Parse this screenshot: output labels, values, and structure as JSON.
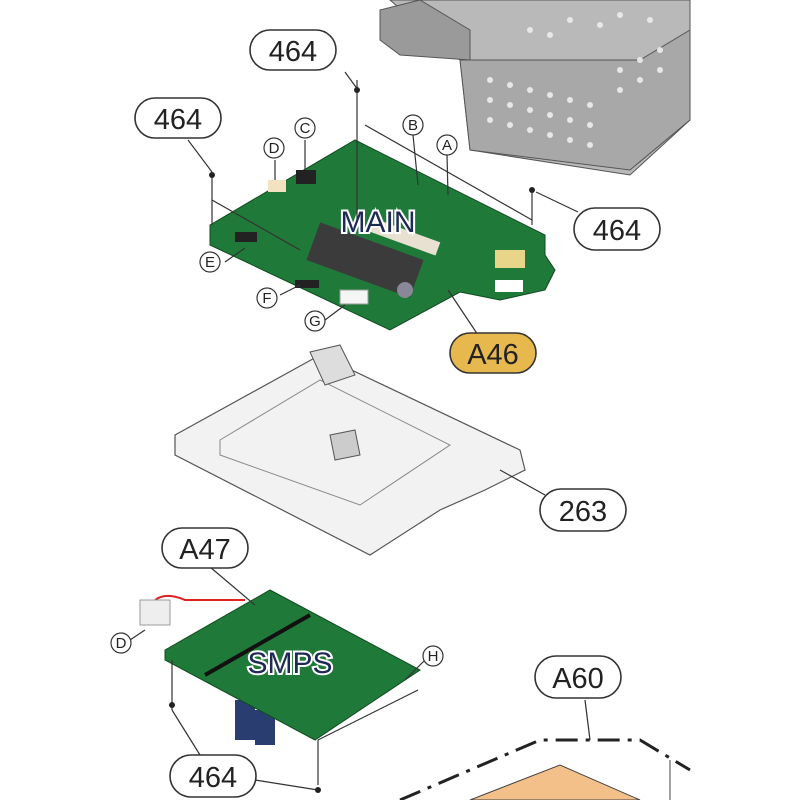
{
  "callouts": {
    "screw_top": "464",
    "screw_left": "464",
    "screw_right": "464",
    "screw_bottom": "464",
    "main_board": "A46",
    "bracket": "263",
    "smps_board": "A47",
    "lower_assembly": "A60"
  },
  "connectors": {
    "a": "A",
    "b": "B",
    "c": "C",
    "d_main": "D",
    "e": "E",
    "f": "F",
    "g": "G",
    "d_smps": "D",
    "h": "H"
  },
  "board_labels": {
    "main": "MAIN",
    "smps": "SMPS"
  },
  "colors": {
    "highlight": "#E6B84E",
    "pcb": "#1f7a3a",
    "frame": "#d8d8d8",
    "orange_part": "#f4c08a"
  }
}
